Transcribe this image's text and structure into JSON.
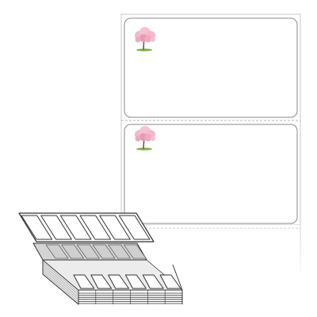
{
  "product": {
    "sheet": {
      "label_count": 2,
      "liner_color": "#ffffff",
      "liner_edge_color": "#c9c9c9",
      "label_outline_color": "#8a8a8a",
      "perforation_color": "#b5b5b5",
      "labels": [
        {
          "name": "label-1",
          "artwork": "cherry-blossom-tree-icon"
        },
        {
          "name": "label-2",
          "artwork": "cherry-blossom-tree-icon"
        }
      ]
    },
    "fanfold_stack": {
      "labels_per_row": 6,
      "label_color": "#ffffff",
      "liner_color": "#d4d4d4",
      "outline_color": "#333333"
    },
    "artwork": {
      "blossom_color": "#f2b8cc",
      "blossom_shadow": "#e79ab4",
      "trunk_color": "#7a5a3a",
      "grass_color": "#7fae4a"
    }
  }
}
